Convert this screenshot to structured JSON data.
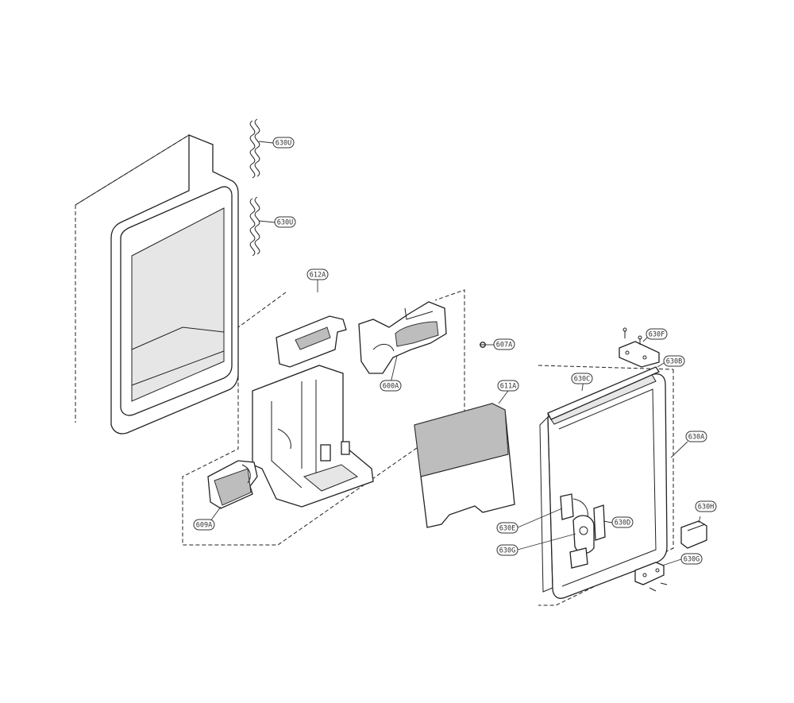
{
  "callouts": [
    {
      "id": "c1",
      "label": "630U"
    },
    {
      "id": "c2",
      "label": "630U"
    },
    {
      "id": "c3",
      "label": "612A"
    },
    {
      "id": "c4",
      "label": "600A"
    },
    {
      "id": "c5",
      "label": "607A"
    },
    {
      "id": "c6",
      "label": "609A"
    },
    {
      "id": "c7",
      "label": "611A"
    },
    {
      "id": "c8",
      "label": "630C"
    },
    {
      "id": "c9",
      "label": "630B"
    },
    {
      "id": "c10",
      "label": "630F"
    },
    {
      "id": "c11",
      "label": "630A"
    },
    {
      "id": "c12",
      "label": "630H"
    },
    {
      "id": "c13",
      "label": "630E"
    },
    {
      "id": "c14",
      "label": "630D"
    },
    {
      "id": "c15",
      "label": "630G"
    },
    {
      "id": "c16",
      "label": "630G"
    }
  ]
}
